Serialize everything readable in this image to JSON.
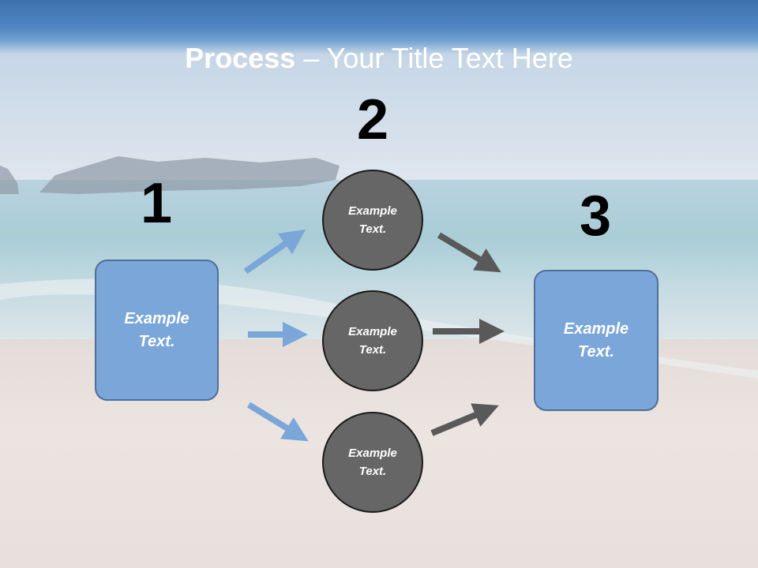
{
  "title": {
    "bold": "Process",
    "rest": " – Your Title Text Here"
  },
  "steps": [
    {
      "number": "1"
    },
    {
      "number": "2"
    },
    {
      "number": "3"
    }
  ],
  "left_box": {
    "line1": "Example",
    "line2": "Text."
  },
  "circles": [
    {
      "line1": "Example",
      "line2": "Text."
    },
    {
      "line1": "Example",
      "line2": "Text."
    },
    {
      "line1": "Example",
      "line2": "Text."
    }
  ],
  "right_box": {
    "line1": "Example",
    "line2": "Text."
  },
  "colors": {
    "box_fill": "#7ba6d9",
    "circle_fill": "#666666",
    "arrow_blue": "#7ba6d9",
    "arrow_gray": "#595959"
  }
}
